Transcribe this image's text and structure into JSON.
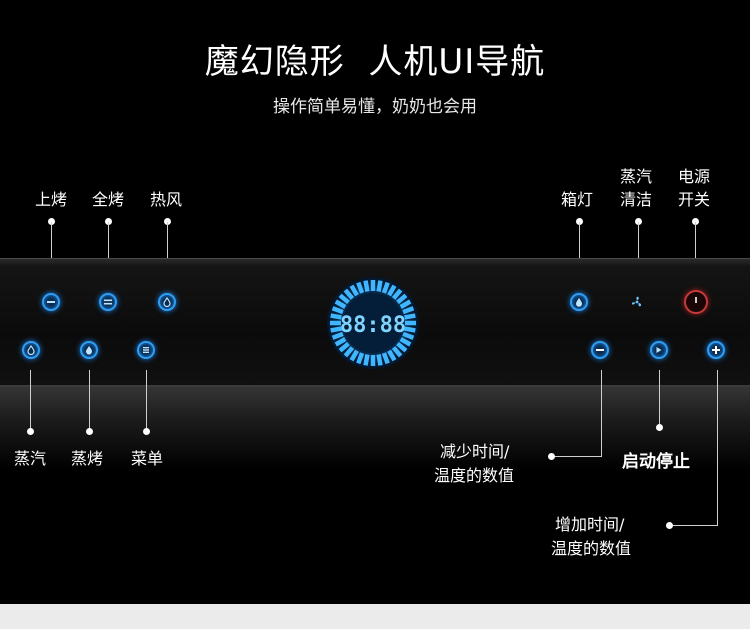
{
  "header": {
    "title": "魔幻隐形  人机UI导航",
    "subtitle": "操作简单易懂，奶奶也会用"
  },
  "display": {
    "digits": "88:88"
  },
  "labels": {
    "top_bake": "上烤",
    "full_bake": "全烤",
    "hot_air": "热风",
    "box_light": "箱灯",
    "steam_clean_1": "蒸汽",
    "steam_clean_2": "清洁",
    "power_1": "电源",
    "power_2": "开关",
    "steam": "蒸汽",
    "steam_bake": "蒸烤",
    "menu": "菜单",
    "decrease_1": "减少时间/",
    "decrease_2": "温度的数值",
    "start_stop": "启动停止",
    "increase_1": "增加时间/",
    "increase_2": "温度的数值"
  },
  "colors": {
    "button_glow": "#2e9df2",
    "power": "#c43a3a"
  }
}
